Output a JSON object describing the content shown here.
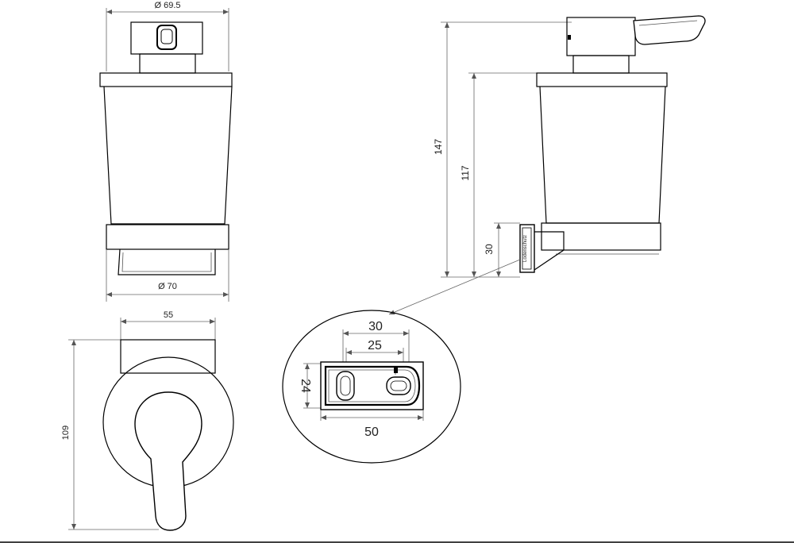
{
  "drawing": {
    "front_view": {
      "dim_top": "Ø 69.5",
      "dim_bottom": "Ø 70"
    },
    "wall_view": {
      "dim_width": "55",
      "dim_height": "109"
    },
    "side_view": {
      "dim_total": "147",
      "dim_glass": "117",
      "dim_bracket": "30",
      "brand_text": "Lodenschutz"
    },
    "detail_view": {
      "dim_outer_spacing": "30",
      "dim_inner_spacing": "25",
      "dim_height": "24",
      "dim_width": "50"
    }
  }
}
